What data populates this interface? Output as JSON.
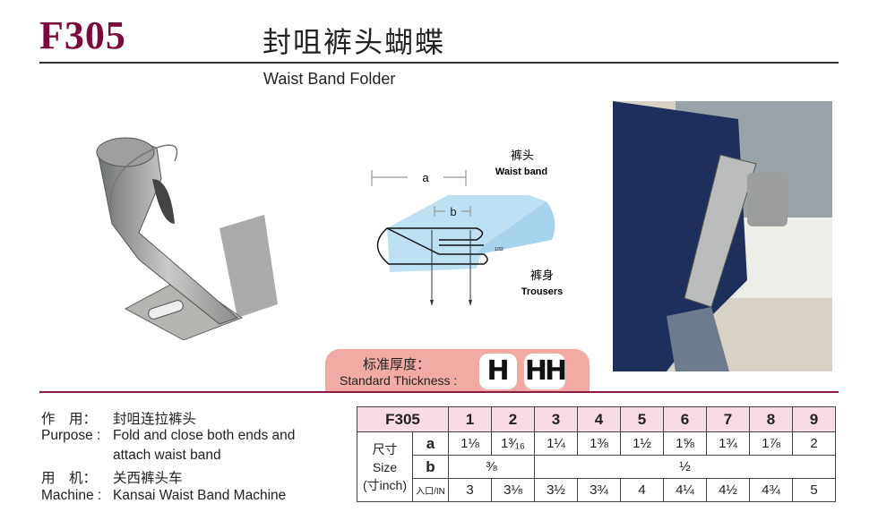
{
  "header": {
    "code": "F305",
    "title_cn": "封咀裤头蝴蝶",
    "title_en": "Waist Band Folder"
  },
  "diagram": {
    "label_a": "a",
    "label_b": "b",
    "waist_cn": "裤头",
    "waist_en": "Waist band",
    "trousers_cn": "裤身",
    "trousers_en": "Trousers",
    "gap": "1/32"
  },
  "thickness": {
    "label_cn": "标准厚度：",
    "label_en": "Standard Thickness :",
    "badges": [
      "H",
      "HH"
    ]
  },
  "info": {
    "use_label_cn": "作　用：",
    "use_cn": "封咀连拉裤头",
    "purpose_label": "Purpose :",
    "purpose_1": "Fold and close both ends and",
    "purpose_2": "attach waist band",
    "machine_label_cn": "用　机：",
    "machine_cn": "关西裤头车",
    "machine_label": "Machine :",
    "machine": "Kansai Waist Band Machine"
  },
  "table": {
    "model": "F305",
    "sizes": [
      "1",
      "2",
      "3",
      "4",
      "5",
      "6",
      "7",
      "8",
      "9"
    ],
    "side_label": [
      "尺寸",
      "Size",
      "(寸inch)"
    ],
    "row_a_label": "a",
    "row_a": [
      "1⅛",
      "1³⁄₁₆",
      "1¼",
      "1⅜",
      "1½",
      "1⅝",
      "1¾",
      "1⅞",
      "2"
    ],
    "row_b_label": "b",
    "row_b": [
      {
        "v": "⅜",
        "span": 2
      },
      {
        "v": "½",
        "span": 7
      }
    ],
    "row_in_label": "入口/IN",
    "row_in": [
      "3",
      "3⅛",
      "3½",
      "3¾",
      "4",
      "4¼",
      "4½",
      "4¾",
      "5"
    ]
  },
  "colors": {
    "brand": "#7a0a3e",
    "header_bg": "#f9dbe6",
    "thickness_bg": "#f2aaa5"
  }
}
